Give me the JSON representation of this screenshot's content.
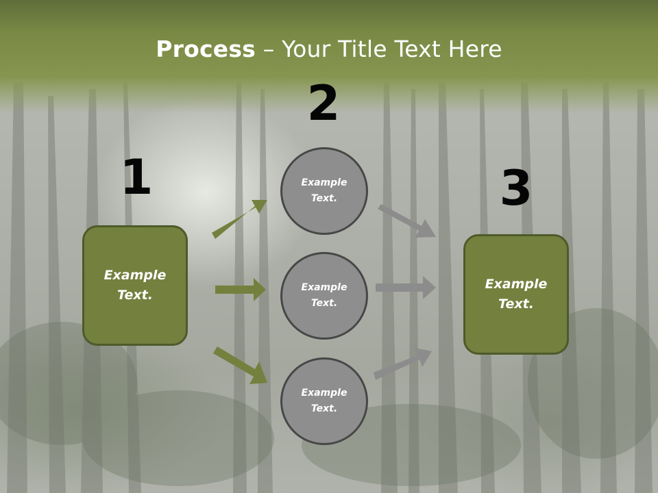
{
  "title": {
    "bold": "Process",
    "rest": " – Your Title Text Here"
  },
  "steps": {
    "one": {
      "number": "1",
      "text": "Example Text."
    },
    "two": {
      "number": "2"
    },
    "three": {
      "number": "3",
      "text": "Example Text."
    }
  },
  "circles": [
    {
      "text": "Example Text."
    },
    {
      "text": "Example Text."
    },
    {
      "text": "Example Text."
    }
  ],
  "colors": {
    "box_fill": "#74803e",
    "box_border": "#4d5a2a",
    "circle_fill": "#8e8e8e",
    "circle_border": "#474747",
    "arrow_green": "#74803e",
    "arrow_gray": "#8c8c8c",
    "title_band": "#7a8a45"
  }
}
